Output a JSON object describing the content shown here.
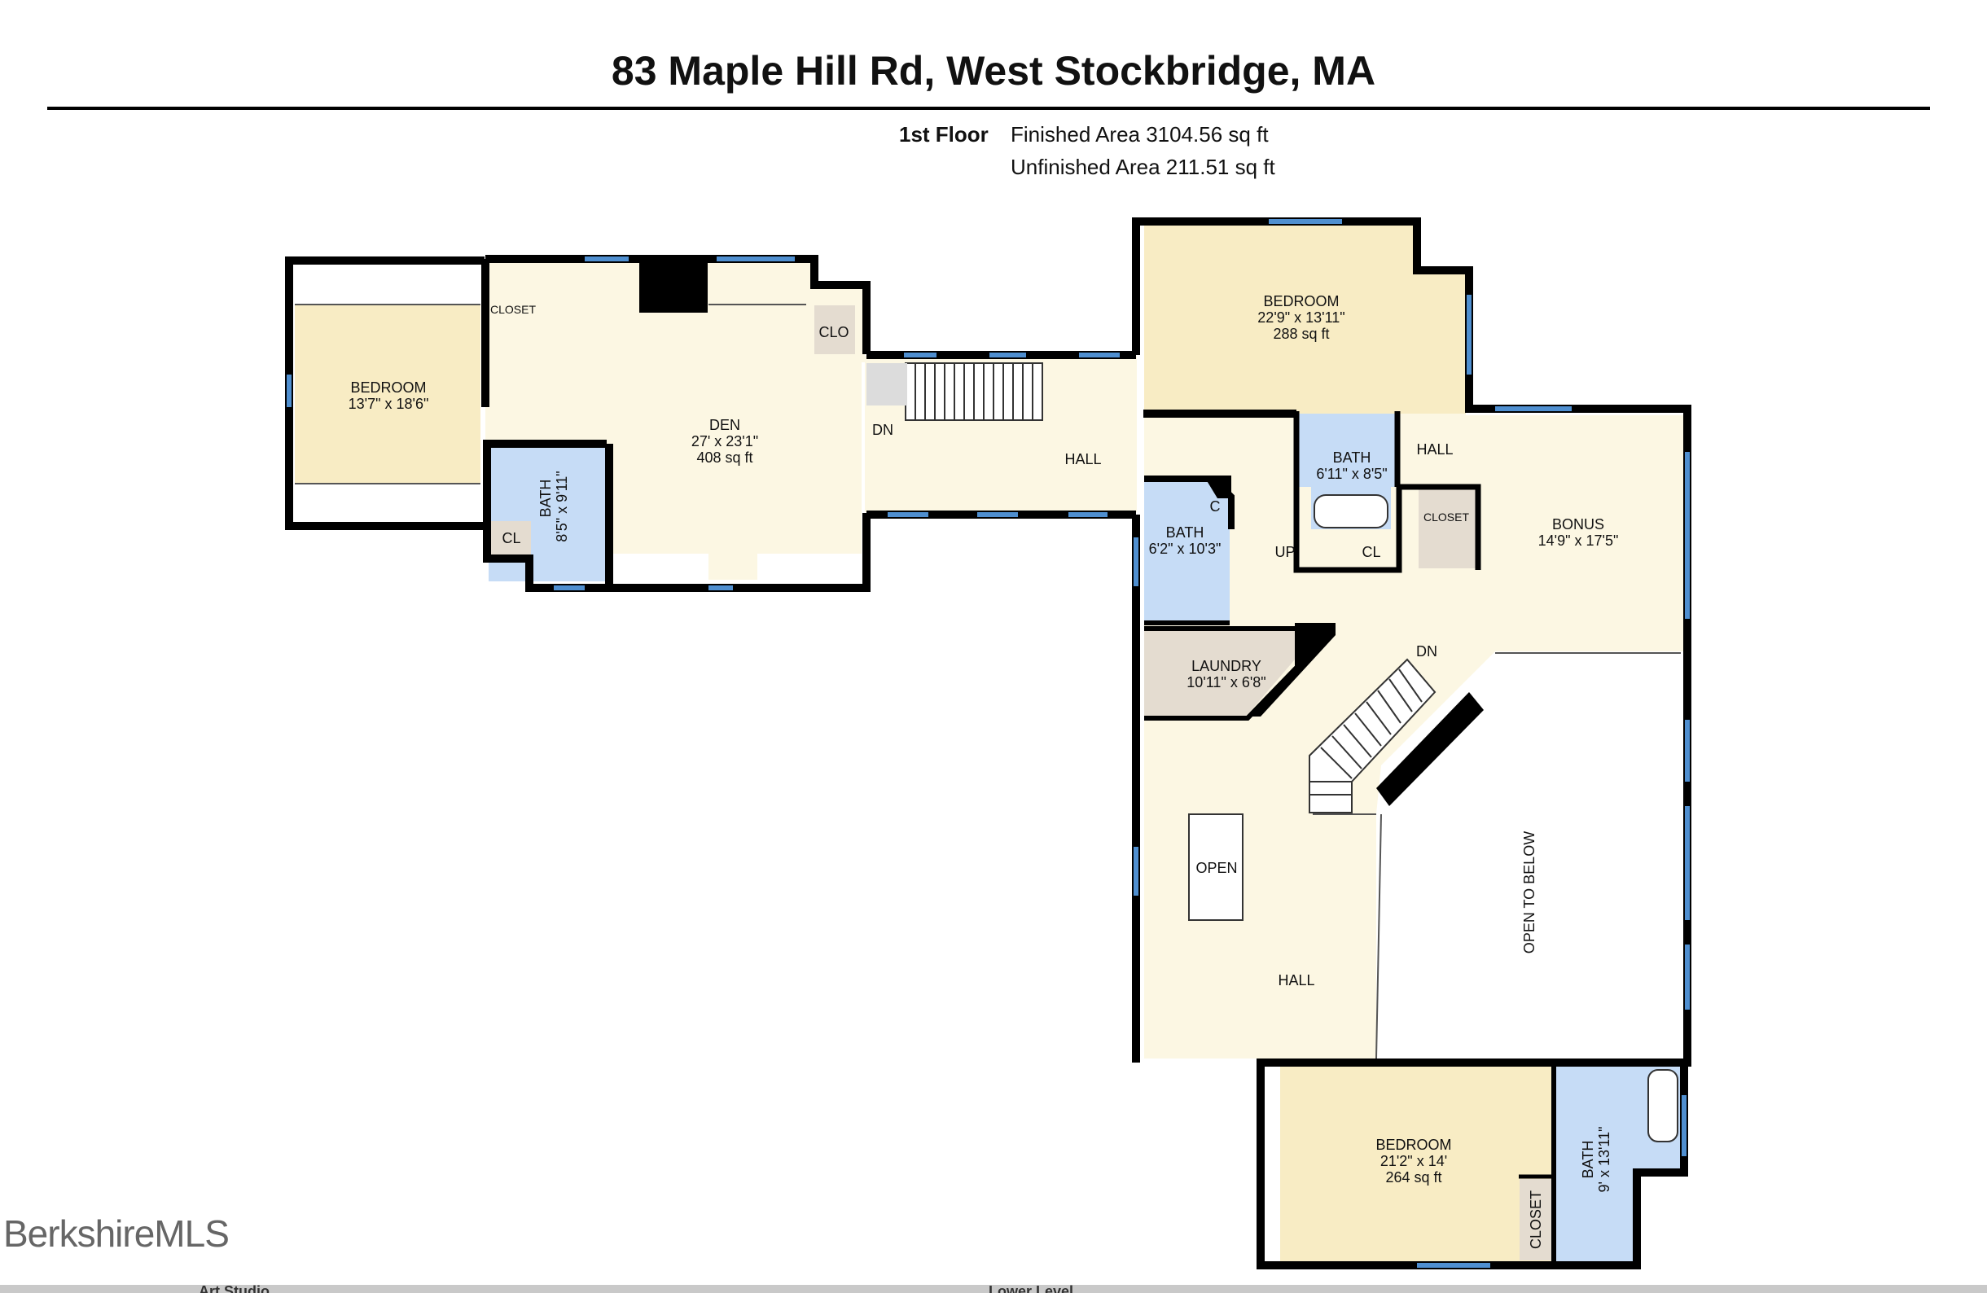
{
  "header": {
    "title": "83 Maple Hill Rd, West Stockbridge, MA",
    "floor_label": "1st Floor",
    "finished_area": "Finished Area 3104.56 sq ft",
    "unfinished_area": "Unfinished Area 211.51 sq ft"
  },
  "rooms": {
    "bedroom_west": {
      "name": "BEDROOM",
      "dims": "13'7\" x 18'6\""
    },
    "closet_west": {
      "name": "CLOSET"
    },
    "den": {
      "name": "DEN",
      "dims": "27' x 23'1\"",
      "area": "408 sq ft"
    },
    "clo": {
      "name": "CLO"
    },
    "bath_west": {
      "name": "BATH",
      "dims": "8'5\" x 9'11\""
    },
    "cl_west": {
      "name": "CL"
    },
    "stair_dn_label": "DN",
    "hall_upper": {
      "name": "HALL"
    },
    "bedroom_north": {
      "name": "BEDROOM",
      "dims": "22'9\" x 13'11\"",
      "area": "288 sq ft"
    },
    "bath_center": {
      "name": "BATH",
      "dims": "6'11\" x 8'5\""
    },
    "hall_small": {
      "name": "HALL"
    },
    "closet_center": {
      "name": "CLOSET"
    },
    "bonus": {
      "name": "BONUS",
      "dims": "14'9\" x 17'5\""
    },
    "bath_mid": {
      "name": "BATH",
      "dims": "6'2\" x 10'3\""
    },
    "c_small": {
      "name": "C"
    },
    "up_label": "UP",
    "cl_center": {
      "name": "CL"
    },
    "laundry": {
      "name": "LAUNDRY",
      "dims": "10'11\" x 6'8\""
    },
    "main_stair_dn": "DN",
    "open_island": {
      "name": "OPEN"
    },
    "open_to_below": {
      "name": "OPEN TO BELOW"
    },
    "hall_main": {
      "name": "HALL"
    },
    "bedroom_south": {
      "name": "BEDROOM",
      "dims": "21'2\" x 14'",
      "area": "264 sq ft"
    },
    "bath_south": {
      "name": "BATH",
      "dims": "9' x 13'11\""
    },
    "closet_south": {
      "name": "CLOSET"
    }
  },
  "colors": {
    "bedroom_fill": "#f8ecc4",
    "den_fill": "#fcf7e3",
    "bath_fill": "#c6dcf6",
    "closet_fill": "#e4dcd0",
    "wall": "#000000",
    "window": "#4f8fd0"
  },
  "footer": {
    "watermark": "BerkshireMLS",
    "cut_label_left": "Art Studio",
    "cut_label_right": "Lower Level"
  }
}
